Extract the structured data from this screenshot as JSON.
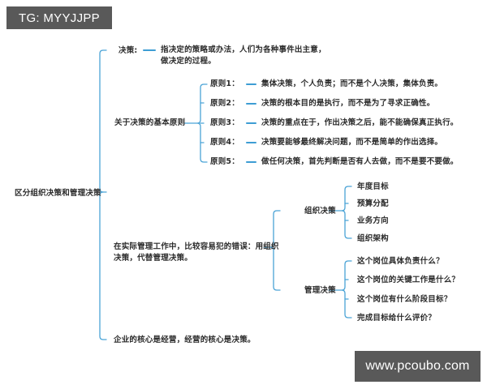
{
  "meta": {
    "accent_color": "#4aa3d6",
    "text_color": "#2b2b2b",
    "background": "#ffffff",
    "watermark_bg": "#595959"
  },
  "watermarks": {
    "top_left": "TG: MYYJJPP",
    "bottom_right": "www.pcoubo.com"
  },
  "mindmap": {
    "root": "区分组织决策和管理决策",
    "branch1": {
      "label": "决策:",
      "detail": "指决定的策略或办法，人们为各种事件出主意，\n做决定的过程。"
    },
    "branch2": {
      "label": "关于决策的基本原则",
      "principles": [
        {
          "label": "原则1：",
          "text": "集体决策，个人负责；而不是个人决策，集体负责。"
        },
        {
          "label": "原则2：",
          "text": "决策的根本目的是执行，而不是为了寻求正确性。"
        },
        {
          "label": "原则3：",
          "text": "决策的重点在于，作出决策之后，能不能确保真正执行。"
        },
        {
          "label": "原则4：",
          "text": "决策要能够最终解决问题，而不是简单的作出选择。"
        },
        {
          "label": "原则5：",
          "text": "做任何决策，首先判断是否有人去做，而不是要不要做。"
        }
      ]
    },
    "branch3": {
      "label": "在实际管理工作中，比较容易犯的错误：用组织\n决策，代替管理决策。",
      "groups": [
        {
          "label": "组织决策",
          "items": [
            "年度目标",
            "预算分配",
            "业务方向",
            "组织架构"
          ]
        },
        {
          "label": "管理决策",
          "items": [
            "这个岗位具体负责什么？",
            "这个岗位的关键工作是什么？",
            "这个岗位有什么阶段目标？",
            "完成目标给什么评价？"
          ]
        }
      ]
    },
    "branch4": {
      "label": "企业的核心是经营，经营的核心是决策。"
    }
  }
}
